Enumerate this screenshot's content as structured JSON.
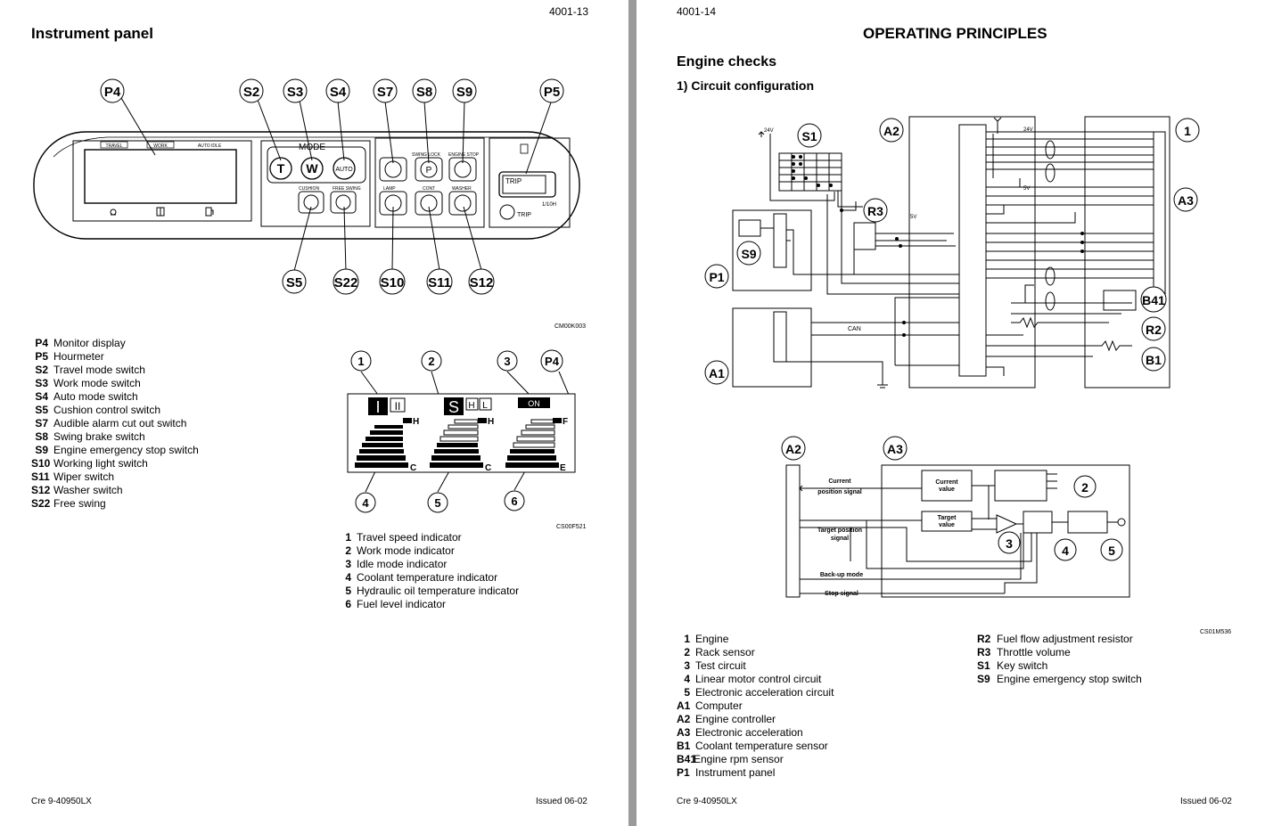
{
  "left": {
    "page_number": "4001-13",
    "title": "Instrument panel",
    "panel_figure": {
      "callouts_top": [
        "P4",
        "S2",
        "S3",
        "S4",
        "S7",
        "S8",
        "S9",
        "P5"
      ],
      "callouts_bottom": [
        "S5",
        "S22",
        "S10",
        "S11",
        "S12"
      ],
      "labels": {
        "travel": "TRAVEL",
        "work": "WORK",
        "auto_idle": "AUTO IDLE",
        "mode": "MODE",
        "btn_t": "T",
        "btn_w": "W",
        "btn_auto": "AUTO",
        "swing_lock": "SWING LOCK",
        "engine_stop": "ENGINE STOP",
        "cushion": "CUSHION",
        "free_swing": "FREE SWING",
        "lamp": "LAMP",
        "cont": "CONT",
        "washer": "WASHER",
        "trip": "TRIP",
        "trip_button": "TRIP",
        "hour_unit": "1/10H"
      },
      "code": "CM00K003"
    },
    "legend": [
      {
        "key": "P4",
        "text": "Monitor display"
      },
      {
        "key": "P5",
        "text": "Hourmeter"
      },
      {
        "key": "S2",
        "text": "Travel mode switch"
      },
      {
        "key": "S3",
        "text": "Work mode switch"
      },
      {
        "key": "S4",
        "text": "Auto mode switch"
      },
      {
        "key": "S5",
        "text": "Cushion control switch"
      },
      {
        "key": "S7",
        "text": "Audible alarm cut out switch"
      },
      {
        "key": "S8",
        "text": "Swing brake switch"
      },
      {
        "key": "S9",
        "text": "Engine emergency stop switch"
      },
      {
        "key": "S10",
        "text": "Working light switch"
      },
      {
        "key": "S11",
        "text": "Wiper switch"
      },
      {
        "key": "S12",
        "text": "Washer switch"
      },
      {
        "key": "S22",
        "text": "Free swing"
      }
    ],
    "display_figure": {
      "callouts_top": [
        "1",
        "2",
        "3",
        "P4"
      ],
      "callouts_bottom": [
        "4",
        "5",
        "6"
      ],
      "labels": {
        "I": "I",
        "II": "II",
        "S": "S",
        "H": "H",
        "L": "L",
        "on": "ON",
        "high": "H",
        "cold": "C",
        "full": "F",
        "empty": "E"
      },
      "code": "CS00F521"
    },
    "indicators": [
      {
        "key": "1",
        "text": "Travel speed indicator"
      },
      {
        "key": "2",
        "text": "Work mode indicator"
      },
      {
        "key": "3",
        "text": "Idle mode indicator"
      },
      {
        "key": "4",
        "text": "Coolant temperature indicator"
      },
      {
        "key": "5",
        "text": "Hydraulic oil temperature indicator"
      },
      {
        "key": "6",
        "text": "Fuel level indicator"
      }
    ],
    "footer_left": "Cre  9-40950LX",
    "footer_right": "Issued 06-02"
  },
  "right": {
    "page_number": "4001-14",
    "title": "OPERATING PRINCIPLES",
    "subtitle": "Engine checks",
    "section": "1) Circuit configuration",
    "circuit": {
      "labels": {
        "s1": "S1",
        "a2": "A2",
        "r3": "R3",
        "s9": "S9",
        "p1": "P1",
        "a1": "A1",
        "one": "1",
        "a3": "A3",
        "b41": "B41",
        "r2": "R2",
        "b1": "B1",
        "v24a": "24V",
        "v24b": "24V",
        "v5a": "5V",
        "v5b": "5V",
        "can": "CAN"
      }
    },
    "block": {
      "labels": {
        "a2": "A2",
        "a3": "A3",
        "current_value": [
          "Current",
          "value"
        ],
        "target_value": [
          "Target",
          "value"
        ],
        "current_position": [
          "Current",
          "position signal"
        ],
        "target_position": [
          "Target position",
          "signal"
        ],
        "backup": "Back-up mode",
        "stop": "Stop signal",
        "n2": "2",
        "n3": "3",
        "n4": "4",
        "n5": "5"
      },
      "code": "CS01M536"
    },
    "legend_col1": [
      {
        "key": "1",
        "text": "Engine"
      },
      {
        "key": "2",
        "text": "Rack sensor"
      },
      {
        "key": "3",
        "text": "Test circuit"
      },
      {
        "key": "4",
        "text": "Linear motor control circuit"
      },
      {
        "key": "5",
        "text": "Electronic acceleration circuit"
      },
      {
        "key": "A1",
        "text": "Computer"
      },
      {
        "key": "A2",
        "text": "Engine controller"
      },
      {
        "key": "A3",
        "text": "Electronic acceleration"
      },
      {
        "key": "B1",
        "text": "Coolant temperature sensor"
      },
      {
        "key": "B41",
        "text": "Engine rpm sensor"
      },
      {
        "key": "P1",
        "text": "Instrument panel"
      }
    ],
    "legend_col2": [
      {
        "key": "R2",
        "text": "Fuel flow adjustment resistor"
      },
      {
        "key": "R3",
        "text": "Throttle volume"
      },
      {
        "key": "S1",
        "text": "Key switch"
      },
      {
        "key": "S9",
        "text": "Engine emergency stop switch"
      }
    ],
    "footer_left": "Cre  9-40950LX",
    "footer_right": "Issued 06-02"
  }
}
